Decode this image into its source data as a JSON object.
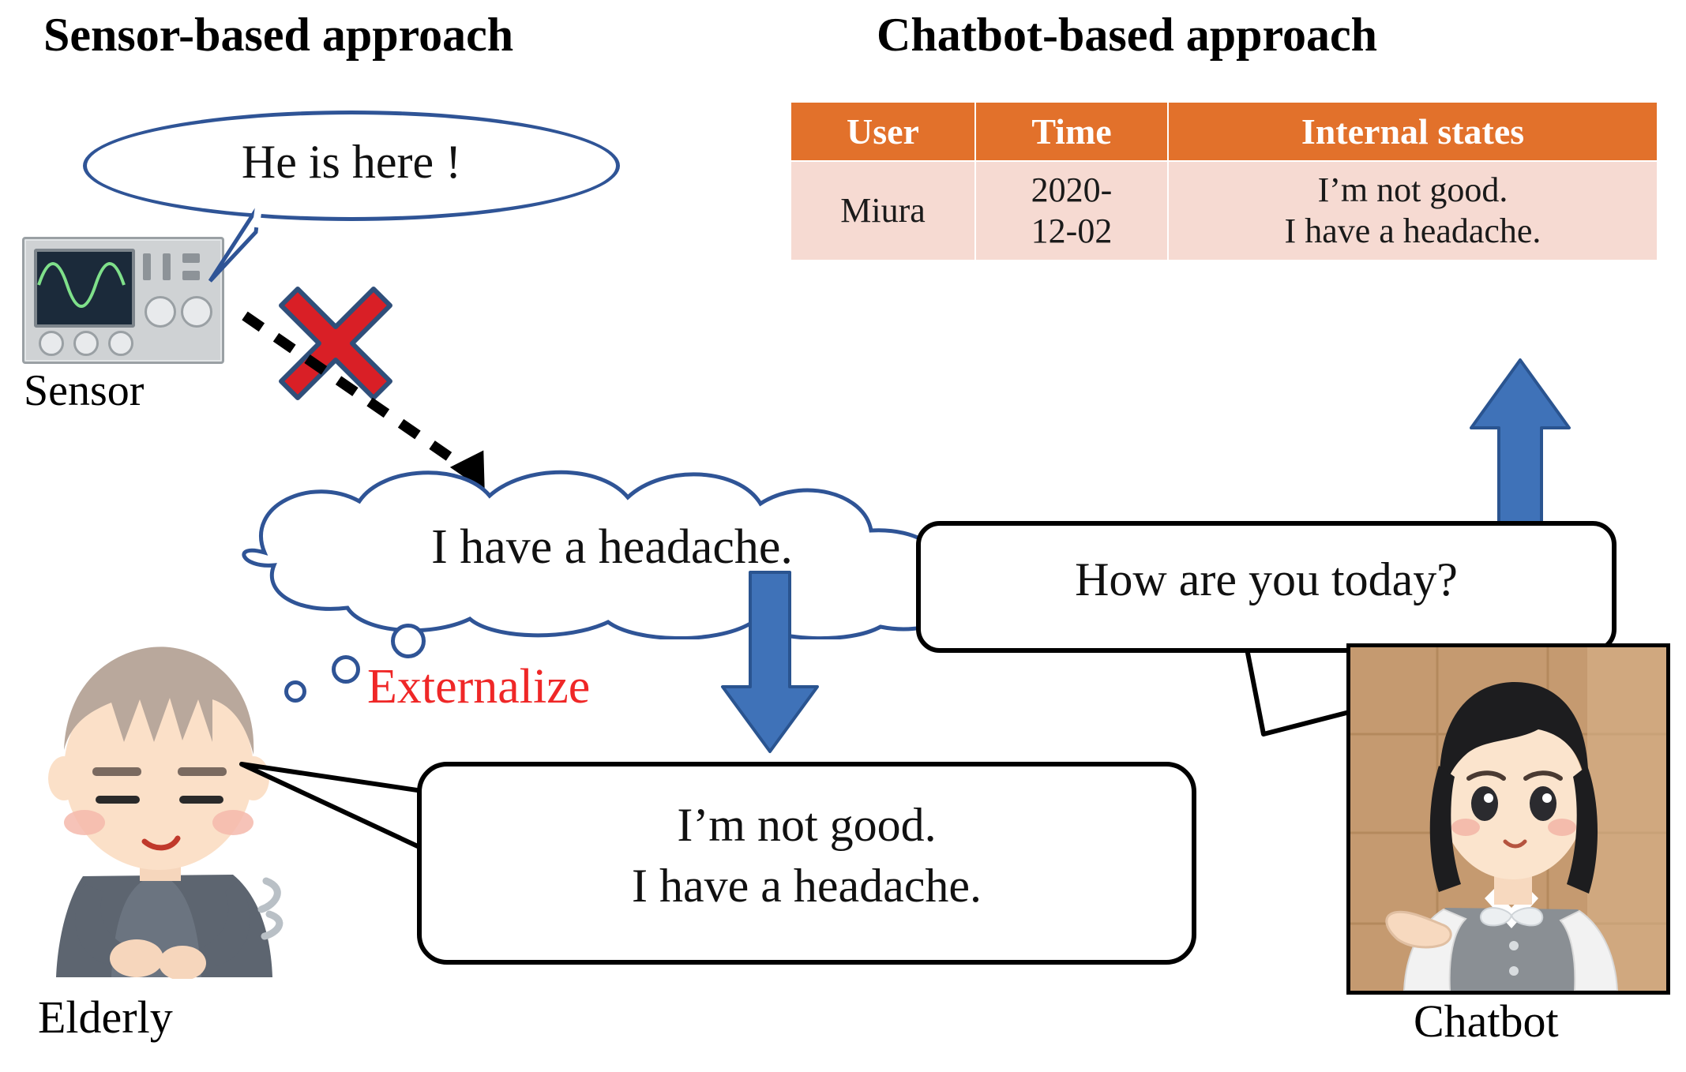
{
  "headings": {
    "left": "Sensor-based approach",
    "right": "Chatbot-based approach"
  },
  "table": {
    "columns": [
      "User",
      "Time",
      "Internal states"
    ],
    "rows": [
      {
        "user": "Miura",
        "time": "2020-\n12-02",
        "internal_states": "I’m not good.\nI have a headache."
      }
    ],
    "header_bg": "#E2712B",
    "row_bg": "#F6DAD2"
  },
  "sensor": {
    "label": "Sensor",
    "bubble_text": "He is here !",
    "bubble_color": "#2f5496",
    "icon": "oscilloscope-icon"
  },
  "reject_marker": {
    "name": "red-x-icon",
    "color": "#d91f26"
  },
  "thought": {
    "text": "I have a headache.",
    "outline_color": "#2f5496"
  },
  "externalize": {
    "label": "Externalize",
    "color": "#ef2727"
  },
  "elderly": {
    "label": "Elderly",
    "reply_text": "I’m not good.\nI have a headache."
  },
  "chatbot": {
    "label": "Chatbot",
    "question_text": "How are you today?"
  },
  "arrows": {
    "down_color": "#3f72b8",
    "up_color": "#3f72b8",
    "dashed_color": "#000000"
  }
}
